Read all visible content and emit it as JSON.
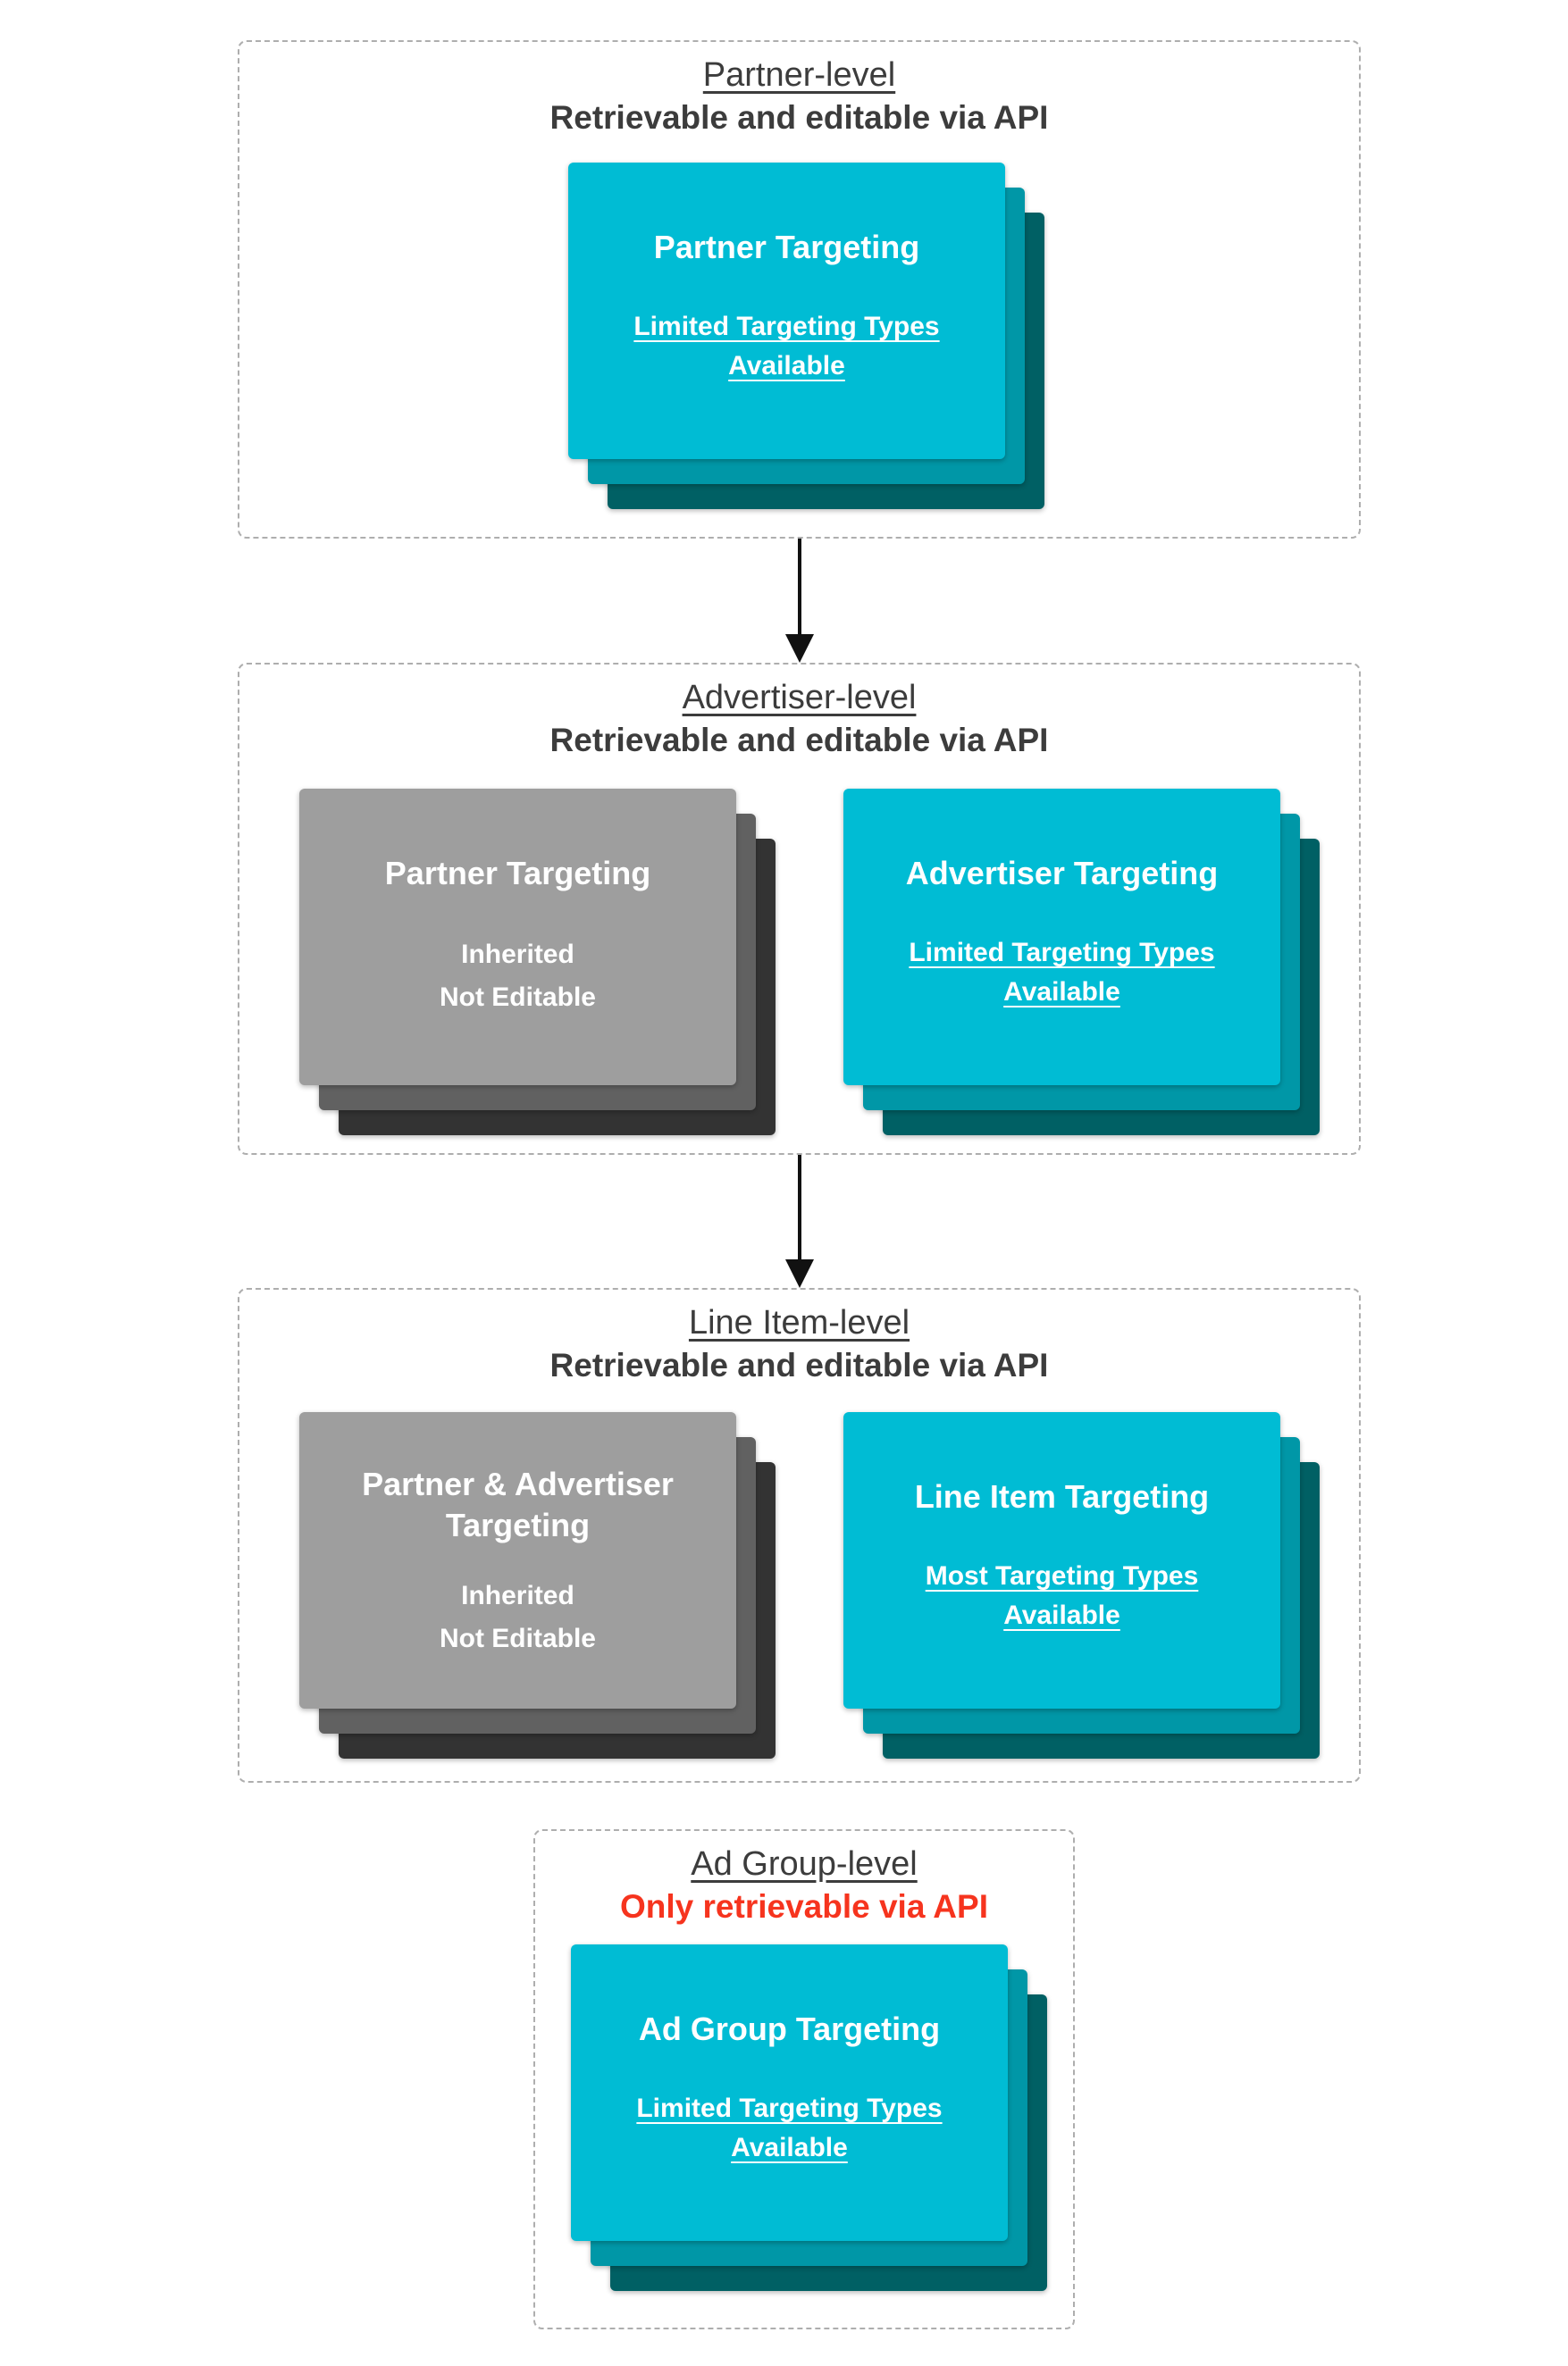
{
  "palette": {
    "cyan_front": "#00bcd4",
    "cyan_middle": "#0097a7",
    "cyan_back": "#006064",
    "gray_front": "#9e9e9e",
    "gray_middle": "#616161",
    "gray_back": "#333333",
    "heading_text": "#3c3c3c",
    "red_text": "#f6341e",
    "card_text": "#ffffff",
    "dashed_border": "#aeaeae",
    "arrow": "#111111"
  },
  "sections": [
    {
      "id": "partner-level",
      "title": "Partner-level",
      "subtitle": "Retrievable and editable via API",
      "cards": [
        {
          "variant": "cyan",
          "title": "Partner Targeting",
          "body_lines": [
            "Limited Targeting Types",
            "Available"
          ],
          "body_underline": true
        }
      ]
    },
    {
      "id": "advertiser-level",
      "title": "Advertiser-level",
      "subtitle": "Retrievable and editable via API",
      "cards": [
        {
          "variant": "gray",
          "title": "Partner Targeting",
          "body_lines": [
            "Inherited",
            "Not Editable"
          ],
          "body_underline": false
        },
        {
          "variant": "cyan",
          "title": "Advertiser Targeting",
          "body_lines": [
            "Limited Targeting Types",
            "Available"
          ],
          "body_underline": true
        }
      ]
    },
    {
      "id": "line-item-level",
      "title": "Line Item-level",
      "subtitle": "Retrievable and editable via API",
      "cards": [
        {
          "variant": "gray",
          "title": "Partner & Advertiser Targeting",
          "body_lines": [
            "Inherited",
            "Not Editable"
          ],
          "body_underline": false
        },
        {
          "variant": "cyan",
          "title": "Line Item Targeting",
          "body_lines": [
            "Most Targeting Types",
            "Available"
          ],
          "body_underline": true
        }
      ]
    },
    {
      "id": "ad-group-level",
      "title": "Ad Group-level",
      "subtitle": "Only retrievable via API",
      "cards": [
        {
          "variant": "cyan",
          "title": "Ad Group Targeting",
          "body_lines": [
            "Limited Targeting Types",
            "Available"
          ],
          "body_underline": true
        }
      ]
    }
  ],
  "arrows": [
    {
      "from": "partner-level",
      "to": "advertiser-level"
    },
    {
      "from": "advertiser-level",
      "to": "line-item-level"
    }
  ]
}
